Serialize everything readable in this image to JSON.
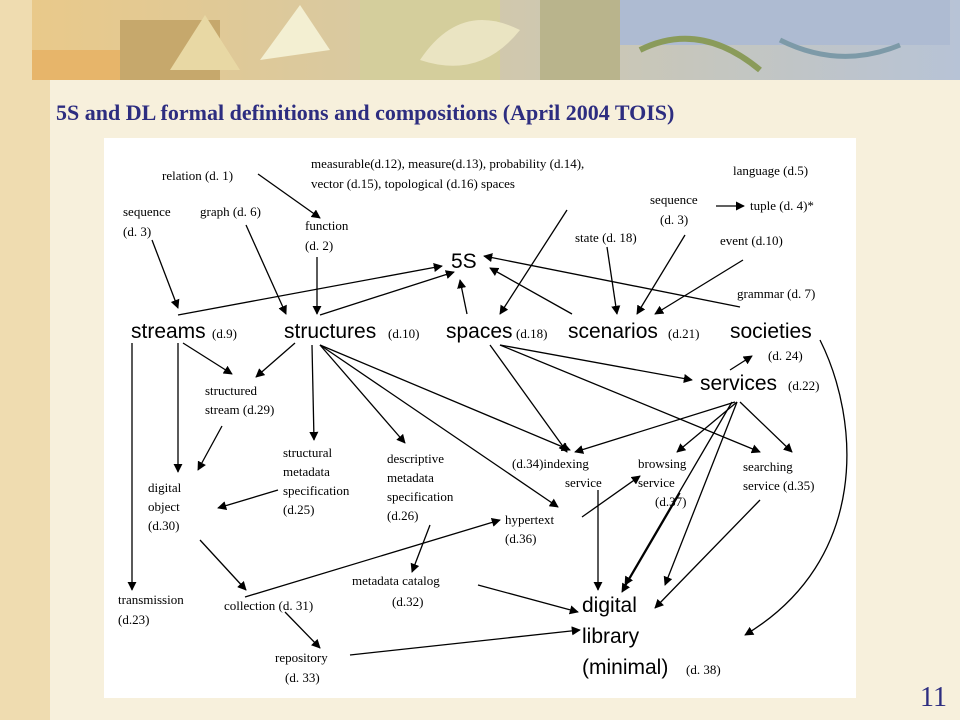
{
  "slide": {
    "title": "5S and DL formal definitions and compositions (April 2004 TOIS)",
    "page_number": "11"
  },
  "diagram": {
    "root": "5S",
    "core": {
      "streams": "streams",
      "streams_def": "(d.9)",
      "structures": "structures",
      "structures_def": "(d.10)",
      "spaces": "spaces",
      "spaces_def": "(d.18)",
      "scenarios": "scenarios",
      "scenarios_def": "(d.21)",
      "societies": "societies",
      "societies_def": "(d. 24)",
      "services": "services",
      "services_def": "(d.22)"
    },
    "nodes": {
      "relation": "relation (d. 1)",
      "spaces_line1": "measurable(d.12), measure(d.13), probability (d.14),",
      "spaces_line2": "vector (d.15),  topological (d.16) spaces",
      "language": "language (d.5)",
      "seq_left_1": "sequence",
      "seq_left_2": "(d. 3)",
      "graph": "graph (d. 6)",
      "function_1": "function",
      "function_2": "(d. 2)",
      "seq_right_1": "sequence",
      "seq_right_2": "(d. 3)",
      "tuple": "tuple (d. 4)*",
      "state": "state (d. 18)",
      "event": "event (d.10)",
      "grammar": "grammar (d. 7)",
      "structured_stream_1": "structured",
      "structured_stream_2": "stream (d.29)",
      "structural_md_1": "structural",
      "structural_md_2": "metadata",
      "structural_md_3": "specification",
      "structural_md_4": "(d.25)",
      "descriptive_md_1": "descriptive",
      "descriptive_md_2": "metadata",
      "descriptive_md_3": "specification",
      "descriptive_md_4": "(d.26)",
      "indexing_1": "(d.34)indexing",
      "indexing_2": "service",
      "browsing_1": "browsing",
      "browsing_2": "service",
      "browsing_3": "(d.37)",
      "searching_1": "searching",
      "searching_2": "service (d.35)",
      "digital_object_1": "digital",
      "digital_object_2": "object",
      "digital_object_3": "(d.30)",
      "hypertext_1": "hypertext",
      "hypertext_2": "(d.36)",
      "metadata_catalog_1": "metadata catalog",
      "metadata_catalog_2": "(d.32)",
      "transmission_1": "transmission",
      "transmission_2": "(d.23)",
      "collection": "collection (d. 31)",
      "repository_1": "repository",
      "repository_2": "(d. 33)",
      "dl_1": "digital",
      "dl_2": "library",
      "dl_3": "(minimal)",
      "dl_def": "(d. 38)"
    }
  },
  "colors": {
    "title": "#2d2d80",
    "diagram_background": "#ffffff",
    "slide_background": "#f3e6c4"
  }
}
